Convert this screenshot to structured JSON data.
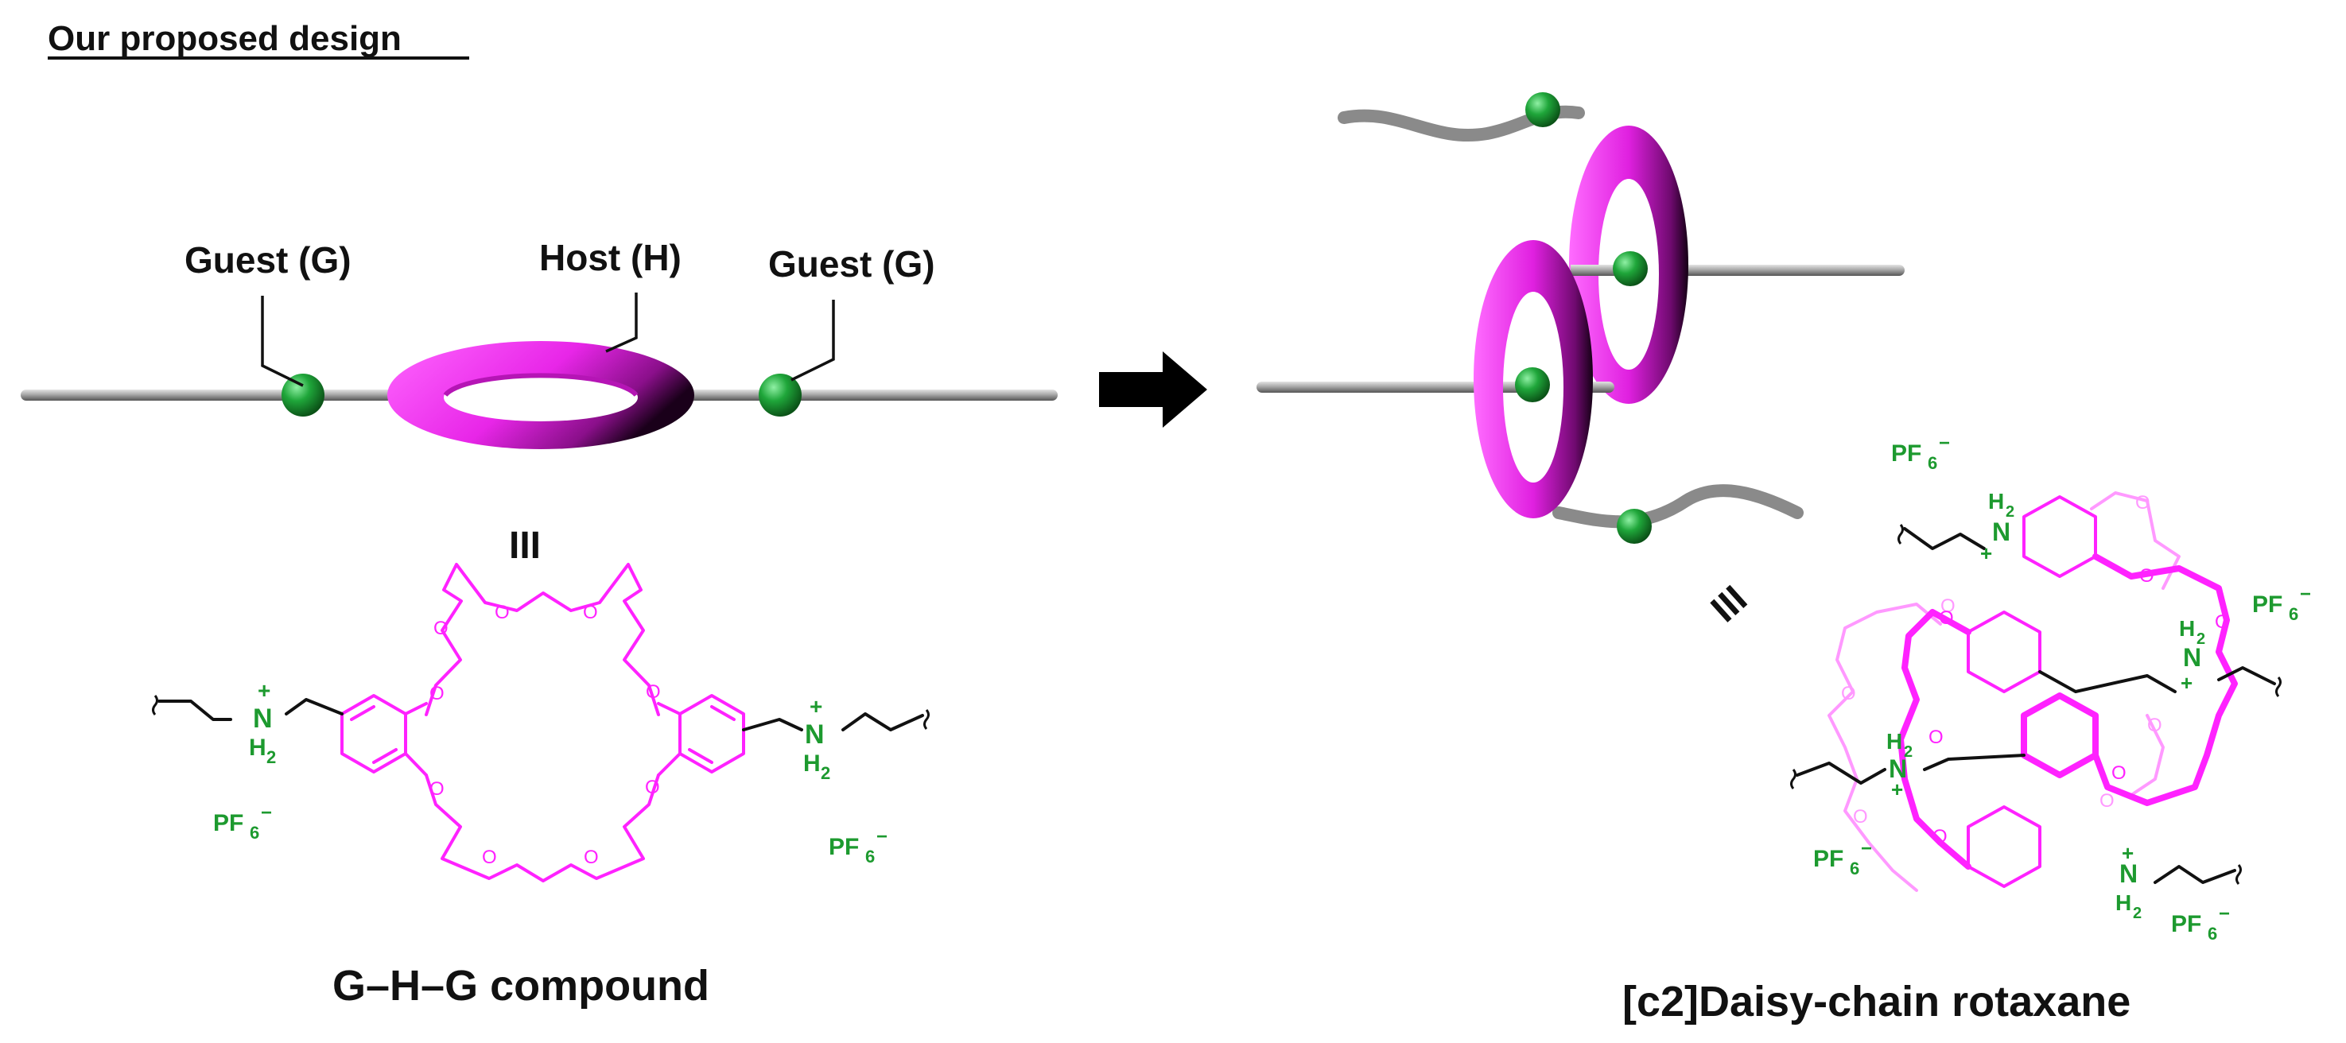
{
  "heading": "Our proposed design",
  "labels": {
    "guest_left": "Guest (G)",
    "host": "Host (H)",
    "guest_right": "Guest (G)",
    "equiv_left": "III",
    "equiv_right": "III"
  },
  "chem": {
    "n": "N",
    "h2": "H",
    "h2_sub": "2",
    "plus": "+",
    "o": "O",
    "pf": "PF",
    "pf_sub": "6",
    "pf_sup": "−"
  },
  "captions": {
    "left": "G–H–G compound",
    "right": "[c2]Daisy-chain rotaxane"
  },
  "colors": {
    "host_ring": "#ff22ff",
    "guest_bead": "#1d9a2f",
    "axle": "#9a9a9a",
    "arrow": "#000000"
  }
}
